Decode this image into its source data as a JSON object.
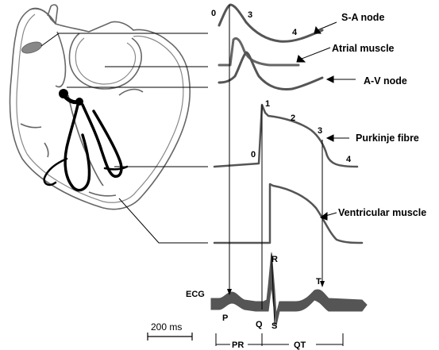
{
  "labels": {
    "sa_node": "S-A node",
    "atrial_muscle": "Atrial muscle",
    "av_node": "A-V node",
    "purkinje_fibre": "Purkinje fibre",
    "ventricular_muscle": "Ventricular muscle"
  },
  "phases": {
    "sa": [
      "0",
      "3",
      "4"
    ],
    "purkinje": [
      "1",
      "2",
      "3",
      "0",
      "4"
    ]
  },
  "ecg": {
    "title": "ECG",
    "waves": [
      "P",
      "Q",
      "R",
      "S",
      "T"
    ],
    "intervals": [
      "PR",
      "QT"
    ]
  },
  "scale_bar": "200 ms"
}
